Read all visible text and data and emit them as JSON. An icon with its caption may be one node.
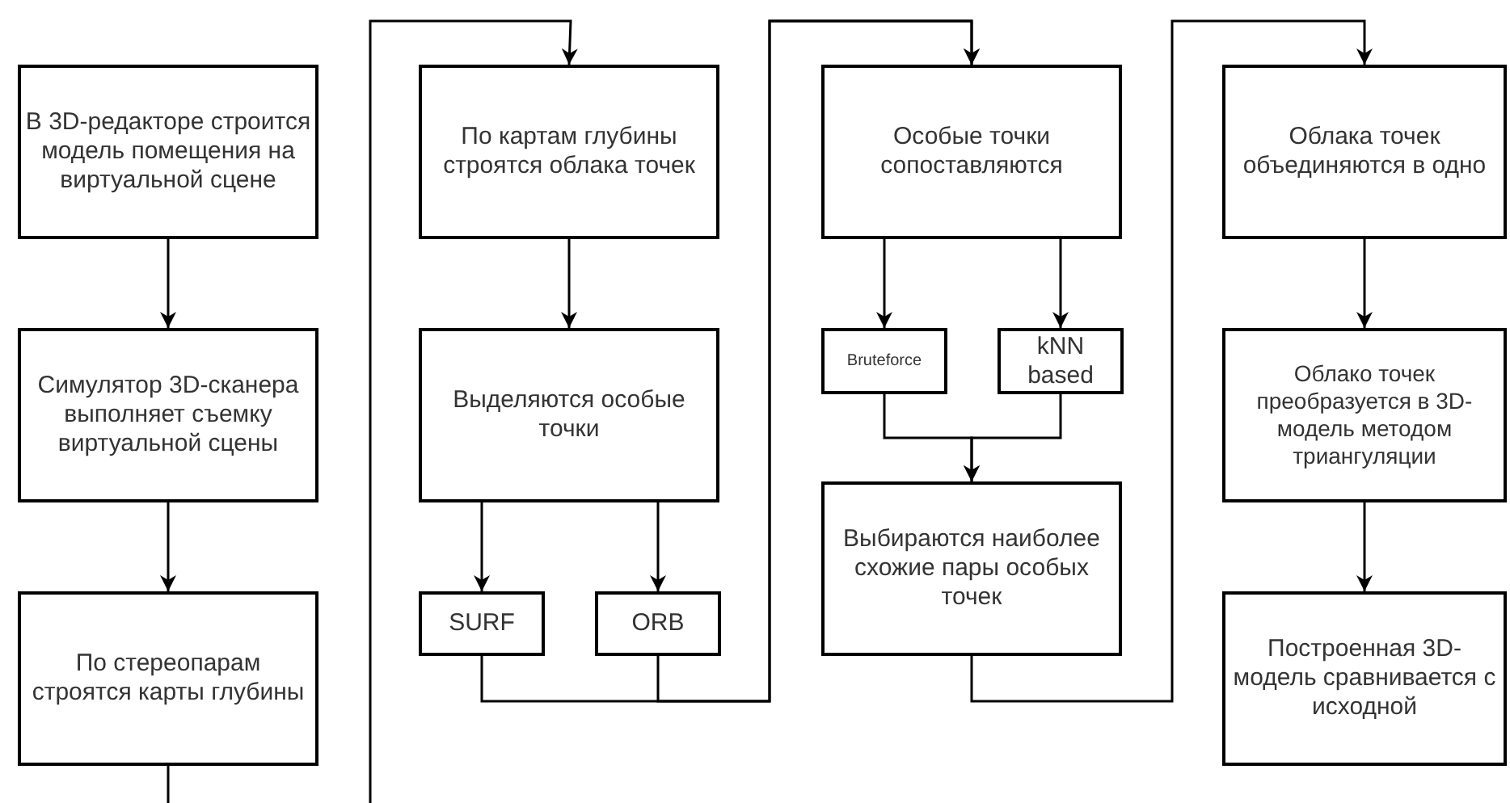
{
  "diagram": {
    "nodes": [
      {
        "text": [
          "В 3D-редакторе строится модель помещения на виртуальной сцене"
        ]
      },
      {
        "text": [
          "Симулятор 3D-сканера выполняет съемку виртуальной сцены"
        ]
      },
      {
        "text": [
          "По стереопарам строятся карты глубины"
        ]
      },
      {
        "text": [
          "По картам глубины строятся облака точек"
        ]
      },
      {
        "text": [
          "Выделяются особые точки"
        ]
      },
      {
        "text": [
          "SURF"
        ]
      },
      {
        "text": [
          "ORB"
        ]
      },
      {
        "text": [
          "Особые точки сопоставляются"
        ]
      },
      {
        "text": [
          "Bruteforce"
        ]
      },
      {
        "text": [
          "kNN based"
        ]
      },
      {
        "text": [
          "Выбираются наиболее схожие пары особых точек"
        ]
      },
      {
        "text": [
          "Облака точек объединяются в одно"
        ]
      },
      {
        "text": [
          "Облако точек преобразуется в 3D-модель методом триангуляции"
        ]
      },
      {
        "text": [
          "Построенная 3D-модель сравнивается с исходной"
        ]
      }
    ],
    "edges": [
      {
        "from": 0,
        "to": 1,
        "arrow": "to"
      },
      {
        "from": 1,
        "to": 2,
        "arrow": "to"
      },
      {
        "from": 2,
        "to": 3,
        "arrow": "to"
      },
      {
        "from": 3,
        "to": 4,
        "arrow": "to"
      },
      {
        "from": 4,
        "to": 5,
        "arrow": "to"
      },
      {
        "from": 4,
        "to": 6,
        "arrow": "to"
      },
      {
        "from": 5,
        "to": 7,
        "arrow": "to"
      },
      {
        "from": 6,
        "to": 7,
        "arrow": "to"
      },
      {
        "from": 7,
        "to": 8,
        "arrow": "to"
      },
      {
        "from": 7,
        "to": 9,
        "arrow": "to"
      },
      {
        "from": 8,
        "to": 10,
        "arrow": "to"
      },
      {
        "from": 9,
        "to": 10,
        "arrow": "to"
      },
      {
        "from": 10,
        "to": 11,
        "arrow": "to"
      },
      {
        "from": 11,
        "to": 12,
        "arrow": "to"
      },
      {
        "from": 12,
        "to": 13,
        "arrow": "to"
      }
    ]
  }
}
